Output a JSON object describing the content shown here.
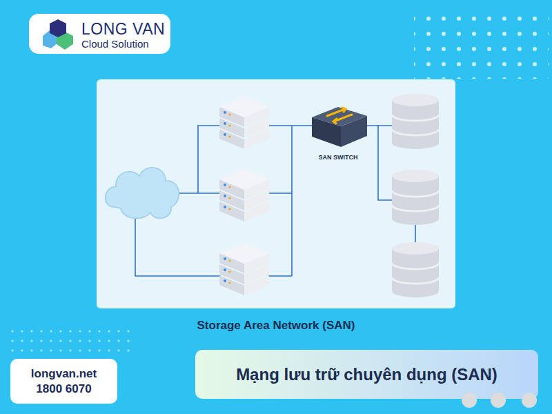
{
  "diagram": {
    "caption": "Storage Area Network (SAN)",
    "nodes": [
      {
        "text": [
          "LONG VAN",
          "Cloud Solution"
        ]
      },
      {
        "text": [
          "SAN SWITCH"
        ]
      },
      {
        "text": [
          "longvan.net",
          "1800 6070"
        ]
      },
      {
        "text": [
          "Mạng lưu trữ chuyên dụng (SAN)"
        ]
      }
    ]
  }
}
